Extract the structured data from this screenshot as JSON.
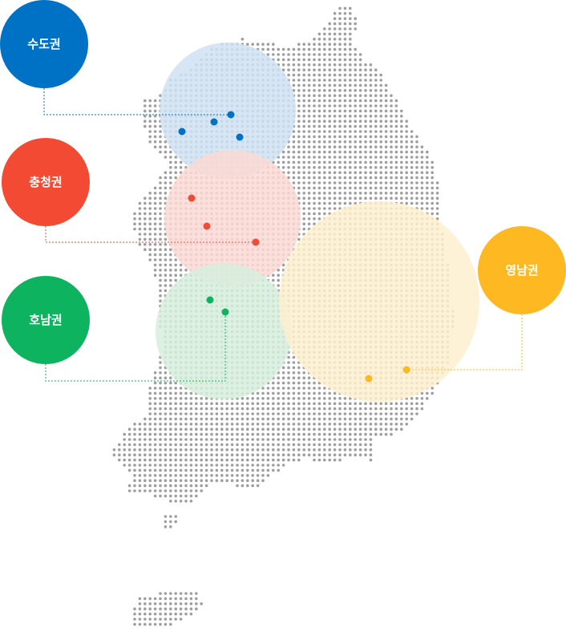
{
  "regions": [
    {
      "id": "sudogwon",
      "label": "수도권",
      "color": "#0072C6",
      "halo": "#CFE2F2",
      "office_count": 4
    },
    {
      "id": "chungcheong",
      "label": "충청권",
      "color": "#F34A33",
      "halo": "#FBD9D3",
      "office_count": 3
    },
    {
      "id": "honam",
      "label": "호남권",
      "color": "#0DB35F",
      "halo": "#D6EFDD",
      "office_count": 2
    },
    {
      "id": "yeongnam",
      "label": "영남권",
      "color": "#FDB822",
      "halo": "#FEF0CF",
      "office_count": 2
    }
  ],
  "map": {
    "dot_color": "#9E9E9E"
  }
}
